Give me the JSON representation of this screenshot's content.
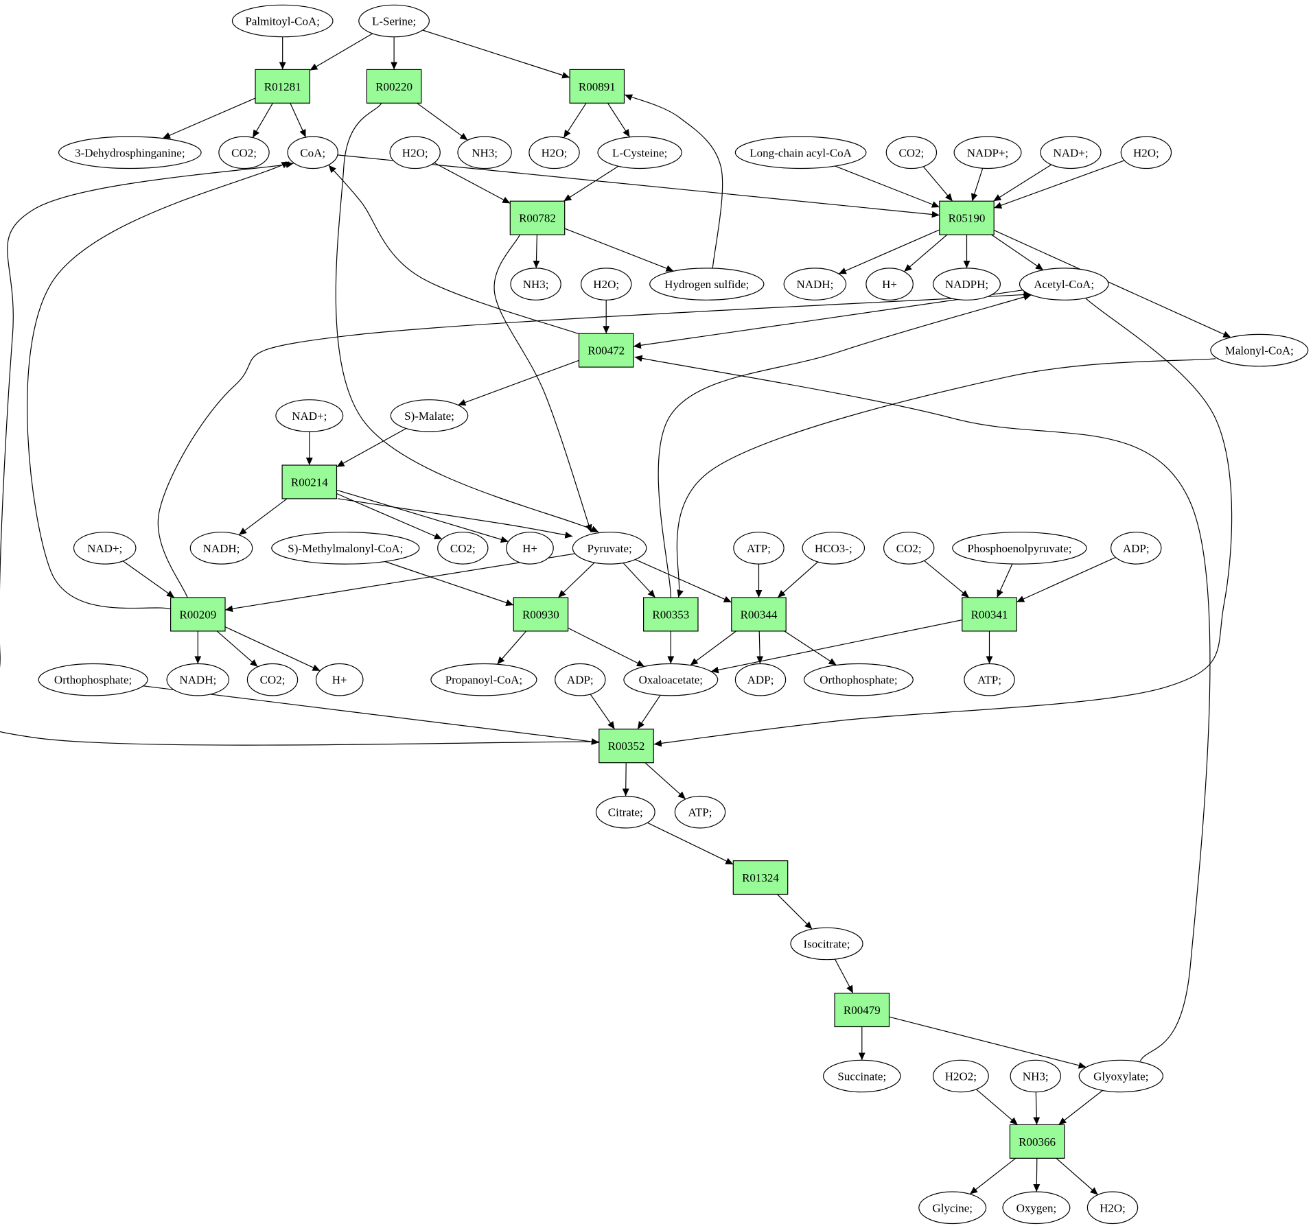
{
  "colors": {
    "reaction_fill": "#98fb98",
    "start_fill": "#00ee00",
    "end_fill": "#ffff00",
    "metabolite_fill": "#ffffff",
    "stroke": "#000000"
  },
  "nodes": [
    {
      "id": "palmitoyl_coa",
      "label": "Palmitoyl-CoA;",
      "kind": "metabolite"
    },
    {
      "id": "l_serine",
      "label": "L-Serine;",
      "kind": "metabolite",
      "role": "start"
    },
    {
      "id": "r01281",
      "label": "R01281",
      "kind": "reaction"
    },
    {
      "id": "r00220",
      "label": "R00220",
      "kind": "reaction"
    },
    {
      "id": "r00891",
      "label": "R00891",
      "kind": "reaction"
    },
    {
      "id": "dehydrosphinganine",
      "label": "3-Dehydrosphinganine;",
      "kind": "metabolite"
    },
    {
      "id": "co2_a",
      "label": "CO2;",
      "kind": "metabolite"
    },
    {
      "id": "coa",
      "label": "CoA;",
      "kind": "metabolite"
    },
    {
      "id": "h2o_a",
      "label": "H2O;",
      "kind": "metabolite"
    },
    {
      "id": "nh3_a",
      "label": "NH3;",
      "kind": "metabolite"
    },
    {
      "id": "h2o_b",
      "label": "H2O;",
      "kind": "metabolite"
    },
    {
      "id": "l_cysteine",
      "label": "L-Cysteine;",
      "kind": "metabolite"
    },
    {
      "id": "long_chain_acyl_coa",
      "label": "Long-chain acyl-CoA",
      "kind": "metabolite"
    },
    {
      "id": "co2_b",
      "label": "CO2;",
      "kind": "metabolite"
    },
    {
      "id": "nadp_plus",
      "label": "NADP+;",
      "kind": "metabolite"
    },
    {
      "id": "nad_plus_a",
      "label": "NAD+;",
      "kind": "metabolite"
    },
    {
      "id": "h2o_c",
      "label": "H2O;",
      "kind": "metabolite"
    },
    {
      "id": "r00782",
      "label": "R00782",
      "kind": "reaction"
    },
    {
      "id": "r05190",
      "label": "R05190",
      "kind": "reaction"
    },
    {
      "id": "nh3_b",
      "label": "NH3;",
      "kind": "metabolite"
    },
    {
      "id": "h2o_d",
      "label": "H2O;",
      "kind": "metabolite"
    },
    {
      "id": "hydrogen_sulfide",
      "label": "Hydrogen sulfide;",
      "kind": "metabolite"
    },
    {
      "id": "nadh_a",
      "label": "NADH;",
      "kind": "metabolite"
    },
    {
      "id": "h_plus_a",
      "label": "H+",
      "kind": "metabolite"
    },
    {
      "id": "nadph",
      "label": "NADPH;",
      "kind": "metabolite"
    },
    {
      "id": "acetyl_coa",
      "label": "Acetyl-CoA;",
      "kind": "metabolite"
    },
    {
      "id": "r00472",
      "label": "R00472",
      "kind": "reaction"
    },
    {
      "id": "malonyl_coa",
      "label": "Malonyl-CoA;",
      "kind": "metabolite"
    },
    {
      "id": "nad_plus_b",
      "label": "NAD+;",
      "kind": "metabolite"
    },
    {
      "id": "s_malate",
      "label": "S)-Malate;",
      "kind": "metabolite"
    },
    {
      "id": "r00214",
      "label": "R00214",
      "kind": "reaction"
    },
    {
      "id": "nad_plus_c",
      "label": "NAD+;",
      "kind": "metabolite"
    },
    {
      "id": "nadh_b",
      "label": "NADH;",
      "kind": "metabolite"
    },
    {
      "id": "s_methylmalonyl_coa",
      "label": "S)-Methylmalonyl-CoA;",
      "kind": "metabolite"
    },
    {
      "id": "co2_c",
      "label": "CO2;",
      "kind": "metabolite"
    },
    {
      "id": "h_plus_b",
      "label": "H+",
      "kind": "metabolite"
    },
    {
      "id": "pyruvate",
      "label": "Pyruvate;",
      "kind": "metabolite"
    },
    {
      "id": "atp_a",
      "label": "ATP;",
      "kind": "metabolite"
    },
    {
      "id": "hco3",
      "label": "HCO3-;",
      "kind": "metabolite"
    },
    {
      "id": "co2_d",
      "label": "CO2;",
      "kind": "metabolite"
    },
    {
      "id": "phosphoenolpyruvate",
      "label": "Phosphoenolpyruvate;",
      "kind": "metabolite"
    },
    {
      "id": "adp_a",
      "label": "ADP;",
      "kind": "metabolite"
    },
    {
      "id": "r00209",
      "label": "R00209",
      "kind": "reaction"
    },
    {
      "id": "r00930",
      "label": "R00930",
      "kind": "reaction"
    },
    {
      "id": "r00353",
      "label": "R00353",
      "kind": "reaction"
    },
    {
      "id": "r00344",
      "label": "R00344",
      "kind": "reaction"
    },
    {
      "id": "r00341",
      "label": "R00341",
      "kind": "reaction"
    },
    {
      "id": "orthophosphate_a",
      "label": "Orthophosphate;",
      "kind": "metabolite"
    },
    {
      "id": "nadh_c",
      "label": "NADH;",
      "kind": "metabolite"
    },
    {
      "id": "co2_e",
      "label": "CO2;",
      "kind": "metabolite"
    },
    {
      "id": "h_plus_c",
      "label": "H+",
      "kind": "metabolite"
    },
    {
      "id": "propanoyl_coa",
      "label": "Propanoyl-CoA;",
      "kind": "metabolite"
    },
    {
      "id": "adp_b",
      "label": "ADP;",
      "kind": "metabolite"
    },
    {
      "id": "oxaloacetate",
      "label": "Oxaloacetate;",
      "kind": "metabolite"
    },
    {
      "id": "adp_c",
      "label": "ADP;",
      "kind": "metabolite"
    },
    {
      "id": "orthophosphate_b",
      "label": "Orthophosphate;",
      "kind": "metabolite"
    },
    {
      "id": "atp_b",
      "label": "ATP;",
      "kind": "metabolite"
    },
    {
      "id": "r00352",
      "label": "R00352",
      "kind": "reaction"
    },
    {
      "id": "citrate",
      "label": "Citrate;",
      "kind": "metabolite"
    },
    {
      "id": "atp_c",
      "label": "ATP;",
      "kind": "metabolite"
    },
    {
      "id": "r01324",
      "label": "R01324",
      "kind": "reaction"
    },
    {
      "id": "isocitrate",
      "label": "Isocitrate;",
      "kind": "metabolite"
    },
    {
      "id": "r00479",
      "label": "R00479",
      "kind": "reaction"
    },
    {
      "id": "succinate",
      "label": "Succinate;",
      "kind": "metabolite"
    },
    {
      "id": "h2o2",
      "label": "H2O2;",
      "kind": "metabolite"
    },
    {
      "id": "nh3_c",
      "label": "NH3;",
      "kind": "metabolite"
    },
    {
      "id": "glyoxylate",
      "label": "Glyoxylate;",
      "kind": "metabolite"
    },
    {
      "id": "r00366",
      "label": "R00366",
      "kind": "reaction"
    },
    {
      "id": "glycine",
      "label": "Glycine;",
      "kind": "metabolite",
      "role": "end"
    },
    {
      "id": "oxygen",
      "label": "Oxygen;",
      "kind": "metabolite"
    },
    {
      "id": "h2o_e",
      "label": "H2O;",
      "kind": "metabolite"
    }
  ],
  "edges": [
    [
      "palmitoyl_coa",
      "r01281"
    ],
    [
      "l_serine",
      "r01281"
    ],
    [
      "l_serine",
      "r00220"
    ],
    [
      "l_serine",
      "r00891"
    ],
    [
      "r01281",
      "dehydrosphinganine"
    ],
    [
      "r01281",
      "co2_a"
    ],
    [
      "r01281",
      "coa"
    ],
    [
      "r00220",
      "nh3_a"
    ],
    [
      "r00220",
      "pyruvate"
    ],
    [
      "r00891",
      "h2o_b"
    ],
    [
      "r00891",
      "l_cysteine"
    ],
    [
      "h2o_a",
      "r00782"
    ],
    [
      "l_cysteine",
      "r00782"
    ],
    [
      "r00782",
      "nh3_b"
    ],
    [
      "r00782",
      "hydrogen_sulfide"
    ],
    [
      "r00782",
      "pyruvate"
    ],
    [
      "hydrogen_sulfide",
      "r00891"
    ],
    [
      "coa",
      "r05190"
    ],
    [
      "long_chain_acyl_coa",
      "r05190"
    ],
    [
      "co2_b",
      "r05190"
    ],
    [
      "nadp_plus",
      "r05190"
    ],
    [
      "nad_plus_a",
      "r05190"
    ],
    [
      "h2o_c",
      "r05190"
    ],
    [
      "r05190",
      "nadh_a"
    ],
    [
      "r05190",
      "h_plus_a"
    ],
    [
      "r05190",
      "nadph"
    ],
    [
      "r05190",
      "acetyl_coa"
    ],
    [
      "r05190",
      "malonyl_coa"
    ],
    [
      "h2o_d",
      "r00472"
    ],
    [
      "acetyl_coa",
      "r00472"
    ],
    [
      "r00472",
      "coa"
    ],
    [
      "r00472",
      "s_malate"
    ],
    [
      "nad_plus_b",
      "r00214"
    ],
    [
      "s_malate",
      "r00214"
    ],
    [
      "r00214",
      "nadh_b"
    ],
    [
      "r00214",
      "co2_c"
    ],
    [
      "r00214",
      "h_plus_b"
    ],
    [
      "r00214",
      "pyruvate"
    ],
    [
      "nad_plus_c",
      "r00209"
    ],
    [
      "pyruvate",
      "r00209"
    ],
    [
      "r00209",
      "coa"
    ],
    [
      "r00209",
      "acetyl_coa"
    ],
    [
      "r00209",
      "nadh_c"
    ],
    [
      "r00209",
      "co2_e"
    ],
    [
      "r00209",
      "h_plus_c"
    ],
    [
      "s_methylmalonyl_coa",
      "r00930"
    ],
    [
      "pyruvate",
      "r00930"
    ],
    [
      "r00930",
      "propanoyl_coa"
    ],
    [
      "r00930",
      "oxaloacetate"
    ],
    [
      "pyruvate",
      "r00353"
    ],
    [
      "malonyl_coa",
      "r00353"
    ],
    [
      "r00353",
      "oxaloacetate"
    ],
    [
      "r00353",
      "acetyl_coa"
    ],
    [
      "pyruvate",
      "r00344"
    ],
    [
      "atp_a",
      "r00344"
    ],
    [
      "hco3",
      "r00344"
    ],
    [
      "r00344",
      "oxaloacetate"
    ],
    [
      "r00344",
      "adp_c"
    ],
    [
      "r00344",
      "orthophosphate_b"
    ],
    [
      "co2_d",
      "r00341"
    ],
    [
      "phosphoenolpyruvate",
      "r00341"
    ],
    [
      "adp_a",
      "r00341"
    ],
    [
      "r00341",
      "oxaloacetate"
    ],
    [
      "r00341",
      "atp_b"
    ],
    [
      "orthophosphate_a",
      "r00352"
    ],
    [
      "adp_b",
      "r00352"
    ],
    [
      "oxaloacetate",
      "r00352"
    ],
    [
      "r00352",
      "coa"
    ],
    [
      "acetyl_coa",
      "r00352"
    ],
    [
      "r00352",
      "citrate"
    ],
    [
      "r00352",
      "atp_c"
    ],
    [
      "citrate",
      "r01324"
    ],
    [
      "r01324",
      "isocitrate"
    ],
    [
      "isocitrate",
      "r00479"
    ],
    [
      "r00479",
      "succinate"
    ],
    [
      "r00479",
      "glyoxylate"
    ],
    [
      "glyoxylate",
      "r00472"
    ],
    [
      "h2o2",
      "r00366"
    ],
    [
      "nh3_c",
      "r00366"
    ],
    [
      "glyoxylate",
      "r00366"
    ],
    [
      "r00366",
      "glycine"
    ],
    [
      "r00366",
      "oxygen"
    ],
    [
      "r00366",
      "h2o_e"
    ]
  ]
}
